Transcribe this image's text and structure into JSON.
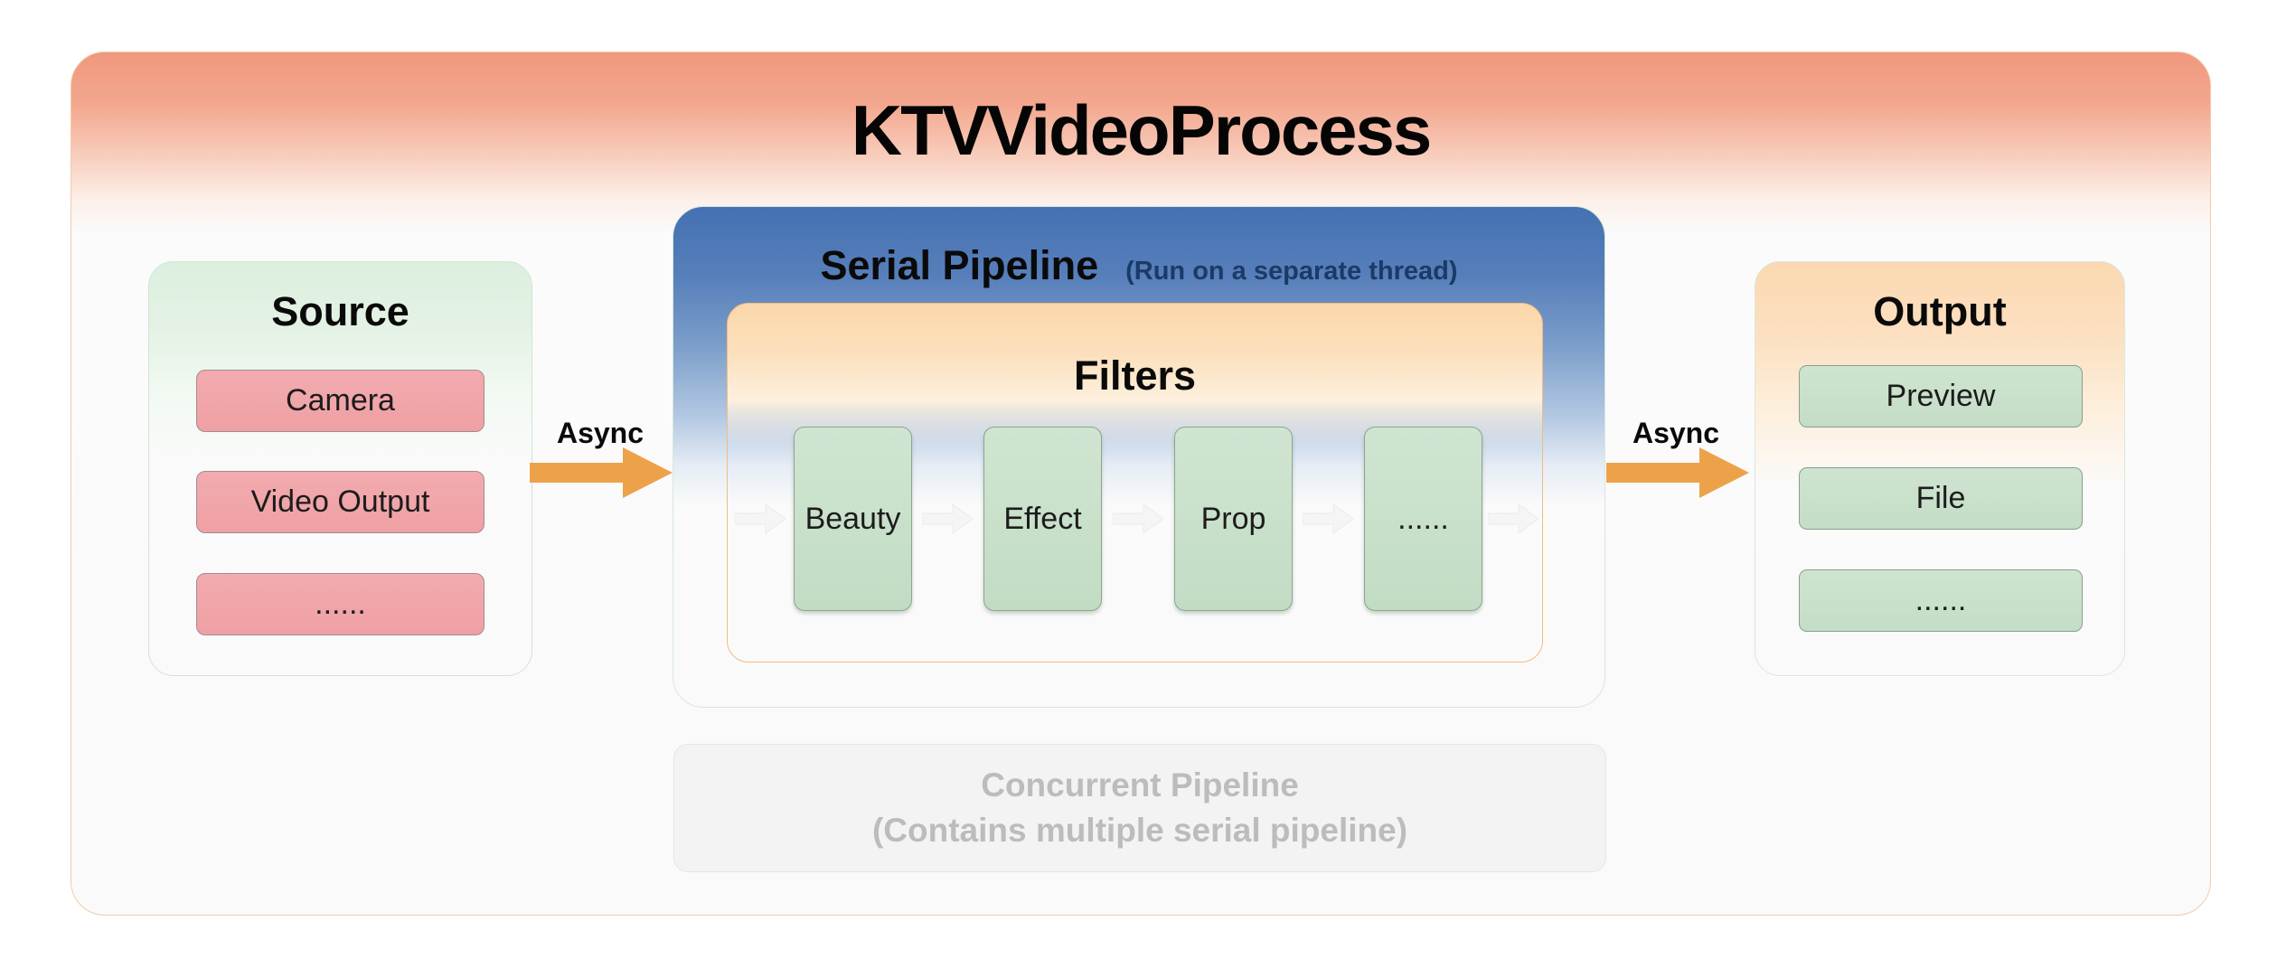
{
  "title": "KTVVideoProcess",
  "source": {
    "title": "Source",
    "items": [
      "Camera",
      "Video Output",
      "......"
    ]
  },
  "flow": {
    "left_arrow_label": "Async",
    "right_arrow_label": "Async"
  },
  "serial_pipeline": {
    "title": "Serial Pipeline",
    "subtitle": "(Run on a separate thread)",
    "filters": {
      "title": "Filters",
      "items": [
        "Beauty",
        "Effect",
        "Prop",
        "......"
      ]
    }
  },
  "output": {
    "title": "Output",
    "items": [
      "Preview",
      "File",
      "......"
    ]
  },
  "concurrent_pipeline": {
    "line1": "Concurrent Pipeline",
    "line2": "(Contains multiple serial pipeline)"
  },
  "colors": {
    "header_gradient_top": "#f0987d",
    "serial_header_blue": "#4471b2",
    "source_header_green": "#dcefde",
    "filters_header_orange": "#fbd7ab",
    "output_header_peach": "#fbd8b1",
    "source_item_pink": "#efa0a4",
    "green_item": "#c9e0ca",
    "async_arrow_orange": "#eda24a",
    "subtitle_navy": "#1c3a67",
    "disabled_gray_text": "#bcbcbe"
  }
}
